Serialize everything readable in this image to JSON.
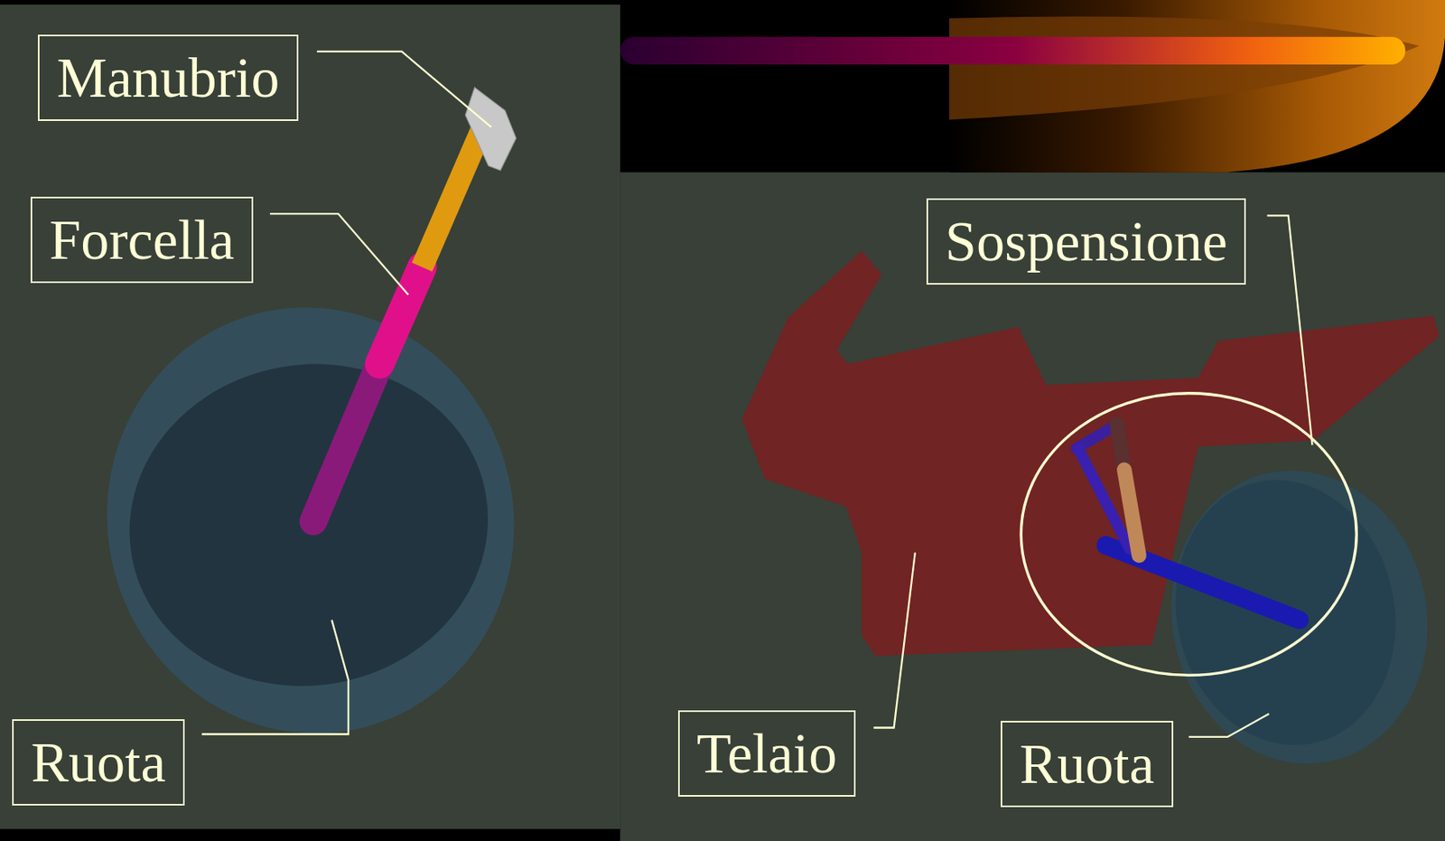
{
  "diagram": {
    "nodes": [
      {
        "text": [
          "Manubrio"
        ]
      },
      {
        "text": [
          "Forcella"
        ]
      },
      {
        "text": [
          "Ruota"
        ]
      },
      {
        "text": [
          "Sospensione"
        ]
      },
      {
        "text": [
          "Telaio"
        ]
      },
      {
        "text": [
          "Ruota"
        ]
      }
    ]
  }
}
